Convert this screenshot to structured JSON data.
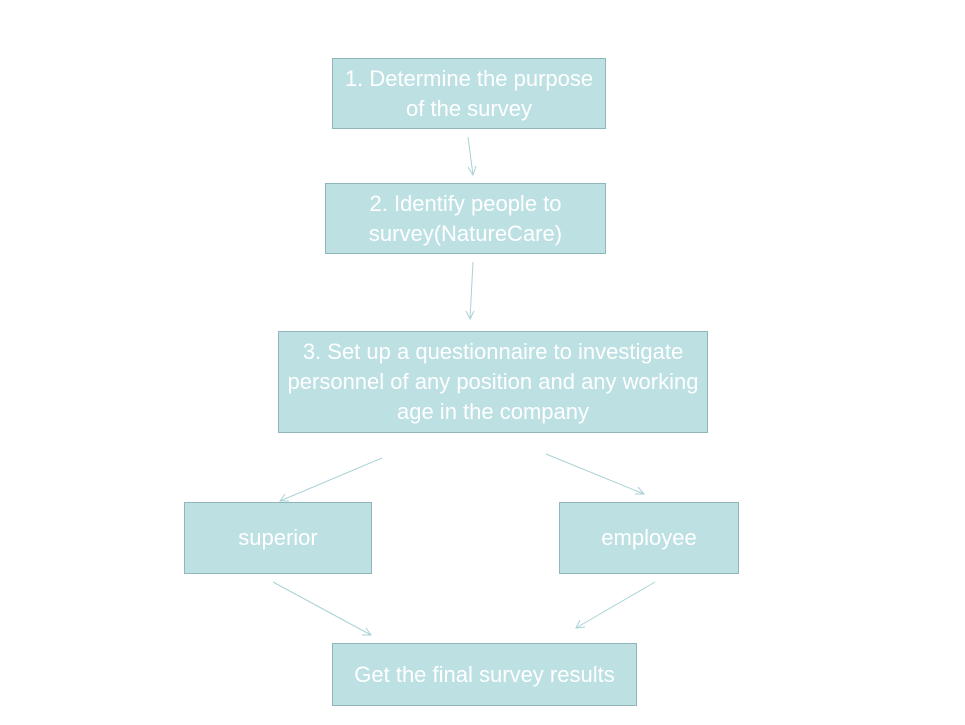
{
  "nodes": {
    "step1": "1. Determine the purpose of the survey",
    "step2": "2. Identify people to survey(NatureCare)",
    "step3": "3. Set up a questionnaire to investigate personnel of any position and any working age in the company",
    "superior": "superior",
    "employee": "employee",
    "result": "Get the final survey results"
  },
  "edges": [
    {
      "from": "step1",
      "to": "step2"
    },
    {
      "from": "step2",
      "to": "step3"
    },
    {
      "from": "step3",
      "to": "superior"
    },
    {
      "from": "step3",
      "to": "employee"
    },
    {
      "from": "superior",
      "to": "result"
    },
    {
      "from": "employee",
      "to": "result"
    }
  ],
  "colors": {
    "node_fill": "#bde0e3",
    "node_text": "#ffffff",
    "connector": "#a9d2d6"
  }
}
